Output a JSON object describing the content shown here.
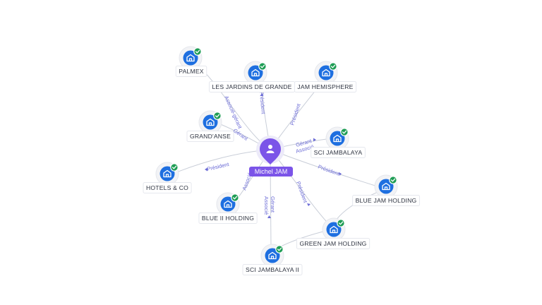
{
  "center": {
    "name": "Michel JAM",
    "icon": "person-icon"
  },
  "colors": {
    "accent": "#7b54e8",
    "company": "#1e6fe0",
    "verified": "#1f9d55",
    "edge_label": "#6b6bd6"
  },
  "nodes": [
    {
      "id": "palmex",
      "label": "PALMEX",
      "icon": "building-icon",
      "badge": "check-icon"
    },
    {
      "id": "jardins",
      "label": "LES JARDINS DE GRANDE",
      "icon": "building-icon",
      "badge": "check-icon"
    },
    {
      "id": "hemisphere",
      "label": "JAM HEMISPHERE",
      "icon": "building-icon",
      "badge": "check-icon"
    },
    {
      "id": "grandanse",
      "label": "GRAND'ANSE",
      "icon": "building-icon",
      "badge": "check-icon"
    },
    {
      "id": "scijam",
      "label": "SCI JAMBALAYA",
      "icon": "building-icon",
      "badge": "check-icon"
    },
    {
      "id": "hotels",
      "label": "HOTELS & CO",
      "icon": "building-icon",
      "badge": "check-icon"
    },
    {
      "id": "bluejam",
      "label": "BLUE JAM HOLDING",
      "icon": "building-icon",
      "badge": "check-icon"
    },
    {
      "id": "blueii",
      "label": "BLUE II HOLDING",
      "icon": "building-icon",
      "badge": "check-icon"
    },
    {
      "id": "greenjam",
      "label": "GREEN JAM HOLDING",
      "icon": "building-icon",
      "badge": "check-icon"
    },
    {
      "id": "scijamii",
      "label": "SCI JAMBALAYA II",
      "icon": "building-icon",
      "badge": "check-icon"
    }
  ],
  "edges": [
    {
      "to": "palmex",
      "label": "Associé-gérant"
    },
    {
      "to": "jardins",
      "label": "Président"
    },
    {
      "to": "hemisphere",
      "label": "Président"
    },
    {
      "to": "grandanse",
      "label": "Gérant"
    },
    {
      "to": "scijam",
      "label": "Gérant Associé"
    },
    {
      "to": "hotels",
      "label": "Président"
    },
    {
      "to": "bluejam",
      "label": "Président"
    },
    {
      "to": "blueii",
      "label": "Associé"
    },
    {
      "to": "greenjam",
      "label": "Président"
    },
    {
      "to": "scijamii",
      "label": "Gérant Associé"
    }
  ]
}
